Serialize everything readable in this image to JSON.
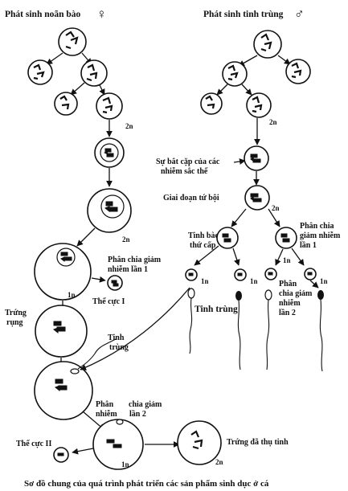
{
  "oogenesis": {
    "title": "Phát sinh noãn bào",
    "symbol": "♀"
  },
  "spermatogenesis": {
    "title": "Phát sinh tinh trùng",
    "symbol": "♂"
  },
  "labels": {
    "ploidy_2n": "2n",
    "ploidy_1n": "1n",
    "pairing_line1": "Sự bắt cặp của các",
    "pairing_line2": "nhiễm sắc thể",
    "tetraploid": "Giai đoạn tứ bội",
    "meiosis1_left_line1": "Phân chia giảm",
    "meiosis1_left_line2": "nhiễm lần 1",
    "polar_body_1": "Thể cực I",
    "secondary_sperm_line1": "Tinh bào",
    "secondary_sperm_line2": "thứ cấp",
    "meiosis1_right_line1": "Phân chia",
    "meiosis1_right_line2": "giảm nhiễm",
    "meiosis1_right_line3": "lần 1",
    "sperm": "Tinh trùng",
    "meiosis2_right_line1": "Phân",
    "meiosis2_right_line2": "chia giảm",
    "meiosis2_right_line3": "nhiễm",
    "meiosis2_right_line4": "lần 2",
    "ovulated_egg_line1": "Trứng",
    "ovulated_egg_line2": "rụng",
    "sperm_entry_line1": "Tinh",
    "sperm_entry_line2": "trùng",
    "meiosis2_left_a": "Phân",
    "meiosis2_left_b": "chia giảm",
    "meiosis2_left_c": "nhiễm",
    "meiosis2_left_d": "lần 2",
    "polar_body_2": "Thể cực II",
    "fertilized_egg": "Trứng đã thụ tinh"
  },
  "caption": "Sơ đồ chung của quá trình phát triển các sản phẩm sinh dục ở cá"
}
